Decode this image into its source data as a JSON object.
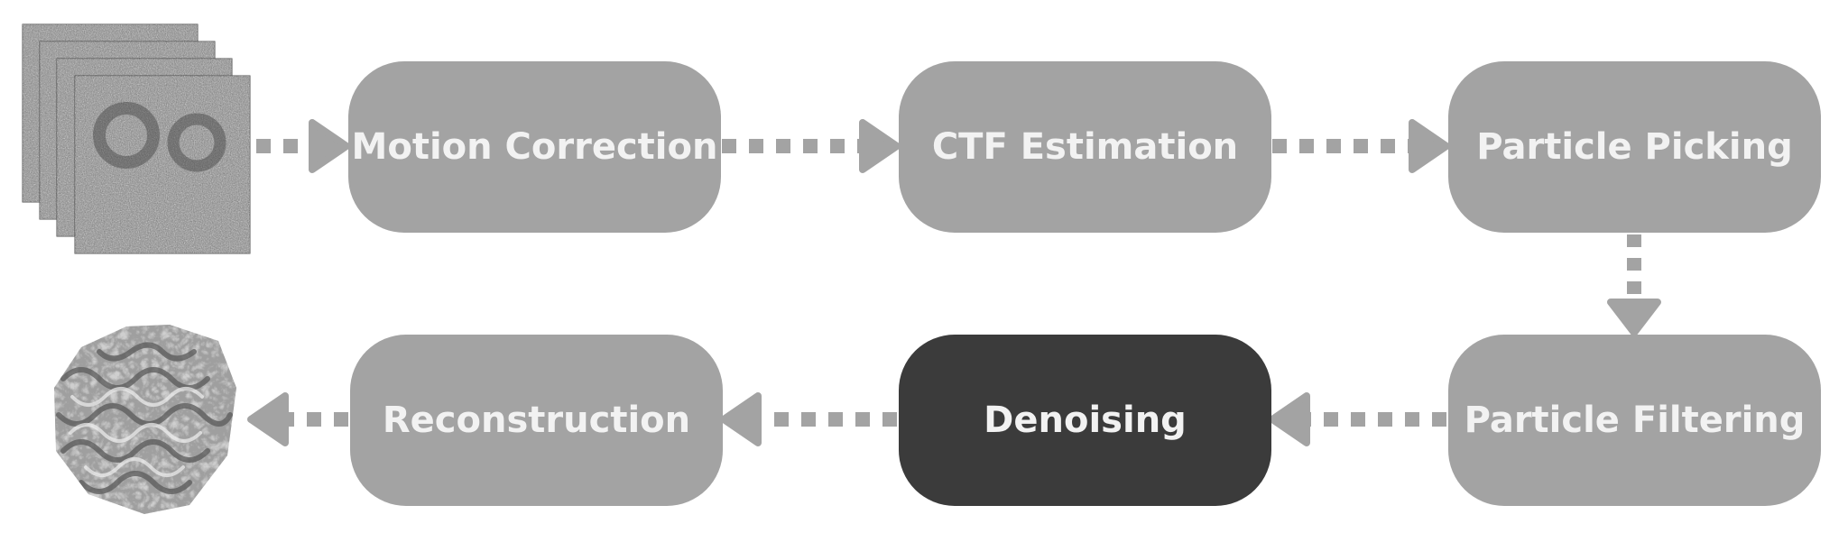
{
  "stages": [
    {
      "id": "motion",
      "label": "Motion Correction",
      "highlighted": false
    },
    {
      "id": "ctf",
      "label": "CTF Estimation",
      "highlighted": false
    },
    {
      "id": "picking",
      "label": "Particle Picking",
      "highlighted": false
    },
    {
      "id": "filtering",
      "label": "Particle Filtering",
      "highlighted": false
    },
    {
      "id": "denoising",
      "label": "Denoising",
      "highlighted": true
    },
    {
      "id": "reconstruction",
      "label": "Reconstruction",
      "highlighted": false
    }
  ],
  "colors": {
    "box": "#a3a3a3",
    "box_highlight": "#3b3b3b",
    "label": "#f2f2f2",
    "arrow": "#a3a3a3"
  },
  "icons": {
    "input": "micrograph-stack-icon",
    "output": "density-map-icon"
  }
}
